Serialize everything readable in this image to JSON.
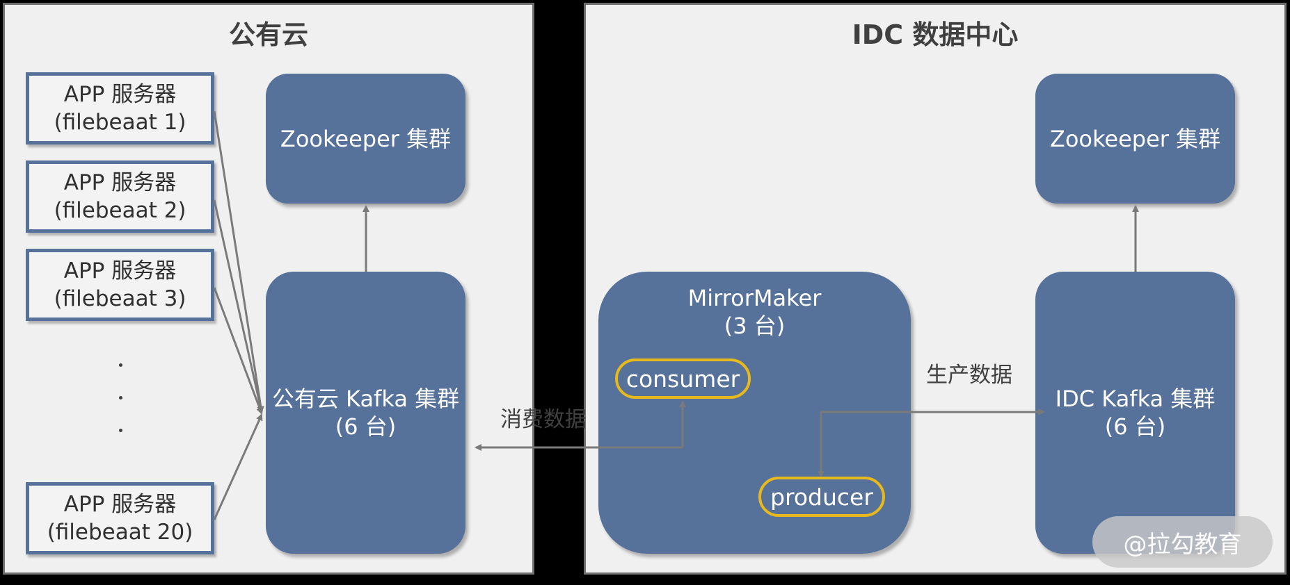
{
  "public_cloud": {
    "title": "公有云",
    "apps": [
      {
        "line1": "APP 服务器",
        "line2": "(filebeaat 1)"
      },
      {
        "line1": "APP 服务器",
        "line2": "(filebeaat 2)"
      },
      {
        "line1": "APP 服务器",
        "line2": "(filebeaat 3)"
      },
      {
        "line1": "APP 服务器",
        "line2": "(filebeaat 20)"
      }
    ],
    "zookeeper": "Zookeeper 集群",
    "kafka": {
      "line1": "公有云 Kafka 集群",
      "line2": "(6 台)"
    }
  },
  "idc": {
    "title": "IDC 数据中心",
    "mirrormaker": {
      "line1": "MirrorMaker",
      "line2": "(3 台)"
    },
    "consumer": "consumer",
    "producer": "producer",
    "zookeeper": "Zookeeper 集群",
    "kafka": {
      "line1": "IDC Kafka 集群",
      "line2": "(6 台)"
    }
  },
  "flows": {
    "consume": "消费数据",
    "produce": "生产数据"
  },
  "watermark": "@拉勾教育",
  "colors": {
    "node_fill": "#56719a",
    "accent_outline": "#e8b91c",
    "panel_bg": "#f0f0f0",
    "arrow": "#7a7a7a"
  }
}
